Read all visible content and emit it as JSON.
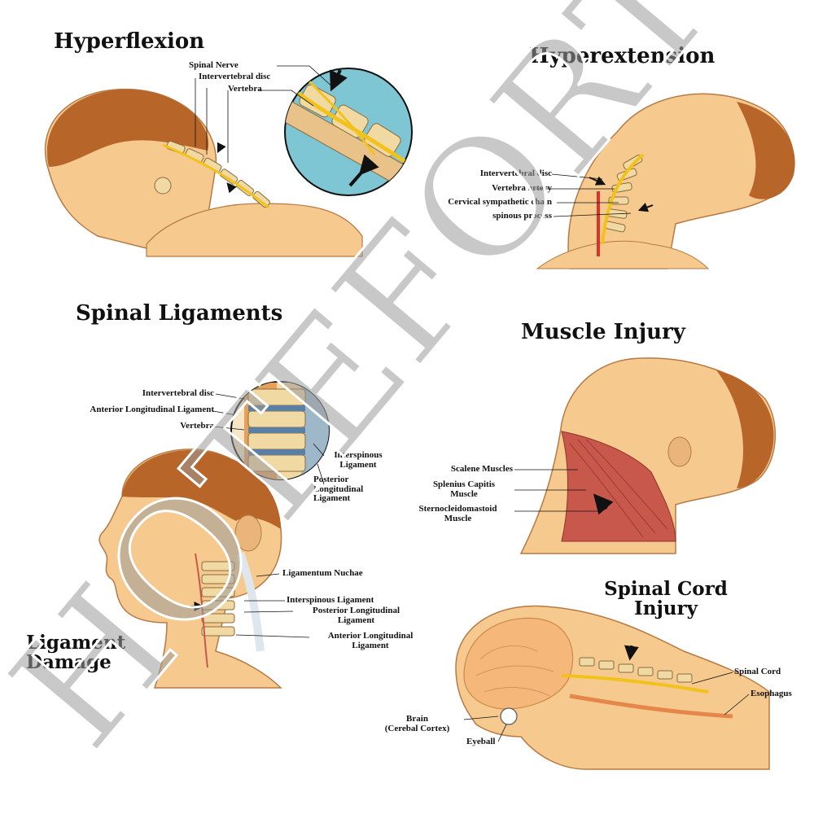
{
  "panels": {
    "hyperflexion": {
      "title": "Hyperflexion",
      "labels": [
        "Spinal Nerve",
        "Intervertebral disc",
        "Vertebra"
      ]
    },
    "hyperextension": {
      "title": "Hyperextension",
      "labels": [
        "Intervertebral disc",
        "Vertebra artery",
        "Cervical sympathetic chain",
        "spinous process"
      ]
    },
    "spinal_ligaments": {
      "title": "Spinal Ligaments",
      "labels": [
        "Intervertebral disc",
        "Anterior Longitudinal Ligament",
        "Vertebra"
      ],
      "interspinous": [
        "Interspinous",
        "Ligament"
      ],
      "posterior": [
        "Posterior",
        "Longitudinal",
        "Ligament"
      ]
    },
    "muscle_injury": {
      "title": "Muscle Injury",
      "scalene": "Scalene Muscles",
      "splenius": [
        "Splenius Capitis",
        "Muscle"
      ],
      "sterno": [
        "Sternocleidomastoid",
        "Muscle"
      ]
    },
    "ligament_damage": {
      "title": [
        "Ligament",
        "Damage"
      ],
      "nuchae": "Ligamentum Nuchae",
      "interspinous": "Interspinous Ligament",
      "posterior": [
        "Posterior Longitudinal",
        "Ligament"
      ],
      "anterior": [
        "Anterior Longitudinal",
        "Ligament"
      ]
    },
    "spinal_cord_injury": {
      "title": [
        "Spinal Cord",
        "Injury"
      ],
      "spinal_cord": "Spinal Cord",
      "esophagus": "Esophagus",
      "brain": [
        "Brain",
        "(Cerebal Cortex)"
      ],
      "eyeball": "Eyeball"
    }
  },
  "watermark": "HOTEFORT",
  "colors": {
    "skin": "#f6c98f",
    "hair": "#b8652a",
    "bone": "#f1d9a3",
    "muscle": "#c9584c",
    "nerve": "#f2c21b",
    "disc_bg": "#7fc6d4",
    "watermark": "#9a9a9a"
  }
}
